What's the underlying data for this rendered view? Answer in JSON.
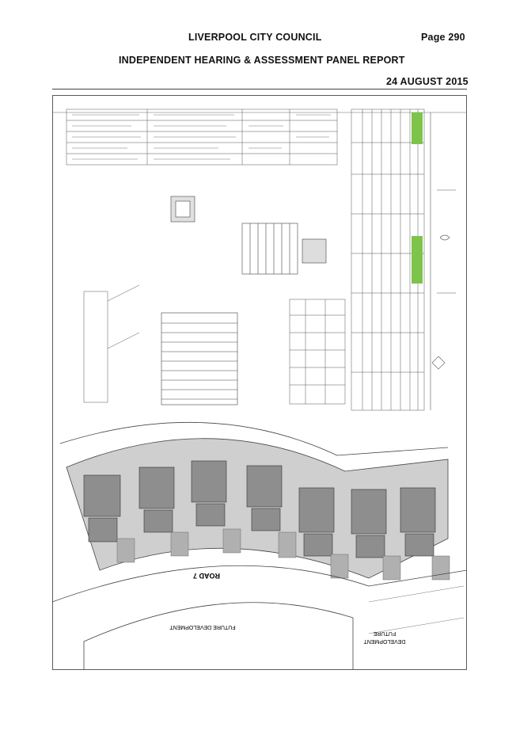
{
  "header": {
    "council": "LIVERPOOL CITY COUNCIL",
    "page": "Page 290",
    "panel": "INDEPENDENT HEARING & ASSESSMENT PANEL REPORT",
    "date": "24 AUGUST 2015"
  },
  "plan": {
    "road_label": "ROAD 7",
    "future_dev_left": "FUTURE DEVELOPMENT",
    "future_dev_right_1": "FUTURE",
    "future_dev_right_2": "DEVELOPMENT"
  },
  "colors": {
    "lot_fill": "#c8c8c8",
    "building": "#8a8a8a",
    "highlight": "#7fc44a",
    "line": "#333333"
  }
}
